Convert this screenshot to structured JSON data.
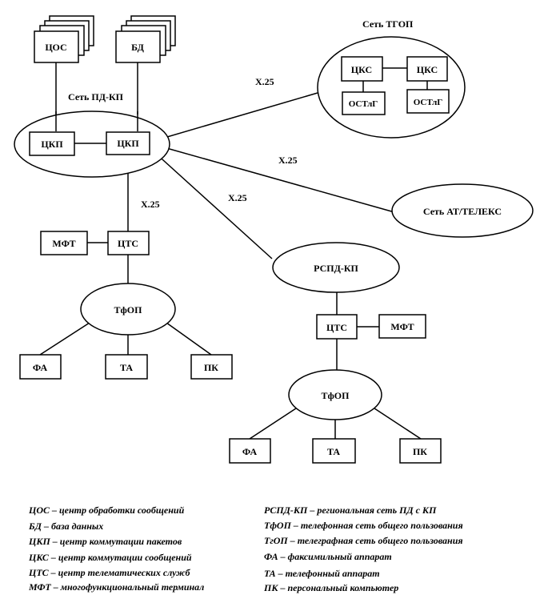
{
  "nodes": {
    "cos": "ЦОС",
    "bd": "БД",
    "net_pdkp": "Сеть ПД-КП",
    "ckp_left": "ЦКП",
    "ckp_right": "ЦКП",
    "net_tgop": "Сеть ТГОП",
    "cks_left": "ЦКС",
    "cks_right": "ЦКС",
    "ostlg_left": "ОСТлГ",
    "ostlg_right": "ОСТлГ",
    "net_attelex": "Сеть АТ/ТЕЛЕКС",
    "rspd": "РСПД-КП",
    "mft_left": "МФТ",
    "cts_left": "ЦТС",
    "tfop_left": "ТфОП",
    "fa_left": "ФА",
    "ta_left": "ТА",
    "pk_left": "ПК",
    "cts_right": "ЦТС",
    "mft_right": "МФТ",
    "tfop_right": "ТфОП",
    "fa_right": "ФА",
    "ta_right": "ТА",
    "pk_right": "ПК"
  },
  "links": {
    "x25_tgop": "X.25",
    "x25_attelex": "X.25",
    "x25_rspd": "X.25",
    "x25_cts": "X.25"
  },
  "legend": {
    "left": [
      "ЦОС – центр обработки сообщений",
      "БД – база данных",
      "ЦКП – центр коммутации пакетов",
      "ЦКС – центр коммутации сообщений",
      "ЦТС – центр телематических служб",
      "МФТ – многофункциональный терминал"
    ],
    "right": [
      "РСПД-КП – региональная сеть ПД с КП",
      "ТфОП – телефонная сеть общего пользования",
      "ТгОП – телеграфная сеть общего пользования",
      "ФА – факсимильный аппарат",
      "ТА – телефонный аппарат",
      "ПК – персональный компьютер"
    ]
  }
}
